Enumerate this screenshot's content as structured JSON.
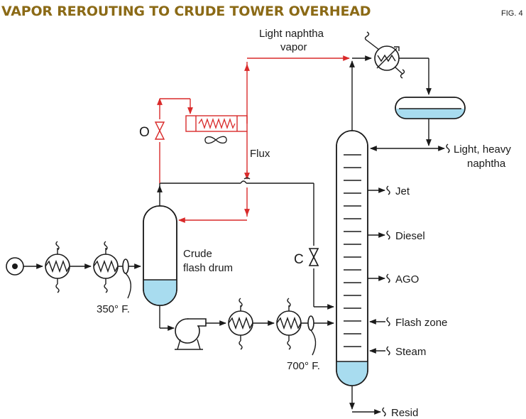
{
  "title": "VAPOR REROUTING TO CRUDE TOWER OVERHEAD",
  "figure_label": "FIG. 4",
  "colors": {
    "title": "#8b6a16",
    "process_line": "#1a1a1a",
    "rerouted_line": "#d92a2a",
    "liquid": "#a8dcef"
  },
  "labels": {
    "light_naphtha_vapor_line1": "Light naphtha",
    "light_naphtha_vapor_line2": "vapor",
    "flux": "Flux",
    "valve_open": "O",
    "valve_closed": "C",
    "crude_flash_drum_line1": "Crude",
    "crude_flash_drum_line2": "flash drum",
    "temp_350": "350° F.",
    "temp_700": "700° F.",
    "resid": "Resid"
  },
  "tower_draws": [
    {
      "label": "Light, heavy",
      "label2": "naphtha"
    },
    {
      "label": "Jet"
    },
    {
      "label": "Diesel"
    },
    {
      "label": "AGO"
    },
    {
      "label": "Flash zone"
    },
    {
      "label": "Steam"
    }
  ],
  "icons": [
    "pump-icon",
    "heat-exchanger-icon",
    "condenser-icon",
    "air-cooler-fan-icon",
    "valve-icon",
    "orifice-icon",
    "feed-source-icon"
  ]
}
